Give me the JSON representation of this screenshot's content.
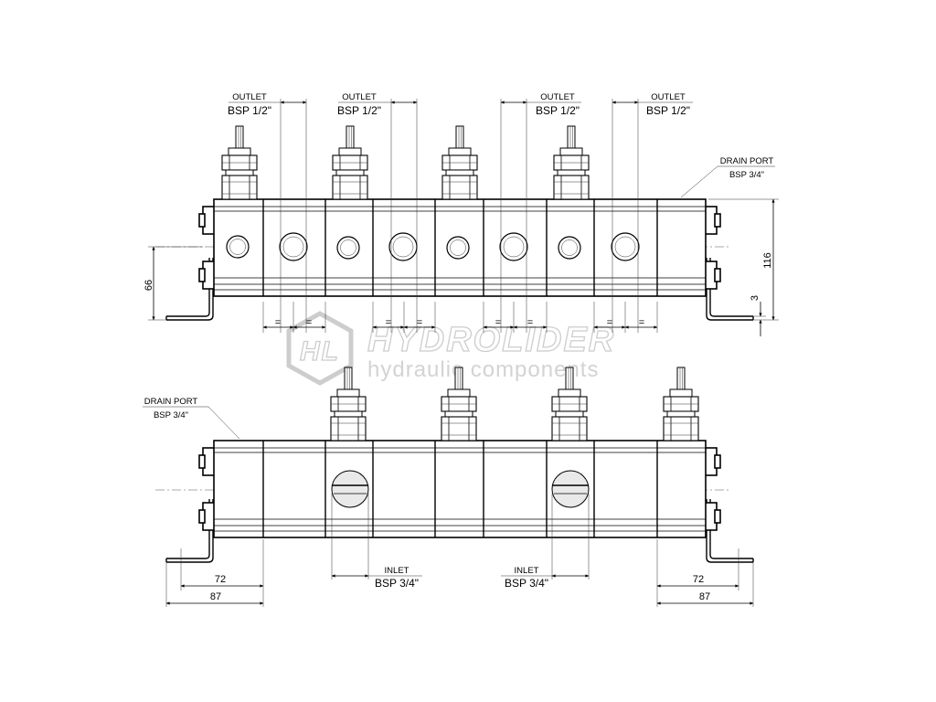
{
  "watermark": {
    "brand": "HYDROLIDER",
    "tagline": "hydraulic components",
    "logo_letters": "HL"
  },
  "top_view": {
    "outlets": [
      {
        "label": "OUTLET",
        "spec": "BSP 1/2\""
      },
      {
        "label": "OUTLET",
        "spec": "BSP 1/2\""
      },
      {
        "label": "OUTLET",
        "spec": "BSP 1/2\""
      },
      {
        "label": "OUTLET",
        "spec": "BSP 1/2\""
      }
    ],
    "drain": {
      "label": "DRAIN PORT",
      "spec": "BSP 3/4\""
    },
    "dims": {
      "height_left": "66",
      "height_right": "116",
      "foot": "3",
      "equal": "="
    }
  },
  "bottom_view": {
    "drain": {
      "label": "DRAIN PORT",
      "spec": "BSP 3/4\""
    },
    "inlets": [
      {
        "label": "INLET",
        "spec": "BSP 3/4\""
      },
      {
        "label": "INLET",
        "spec": "BSP 3/4\""
      }
    ],
    "dims": {
      "inner_left": "72",
      "outer_left": "87",
      "inner_right": "72",
      "outer_right": "87"
    }
  },
  "colors": {
    "line": "#000000",
    "watermark": "#c8c8c8",
    "background": "#ffffff"
  }
}
